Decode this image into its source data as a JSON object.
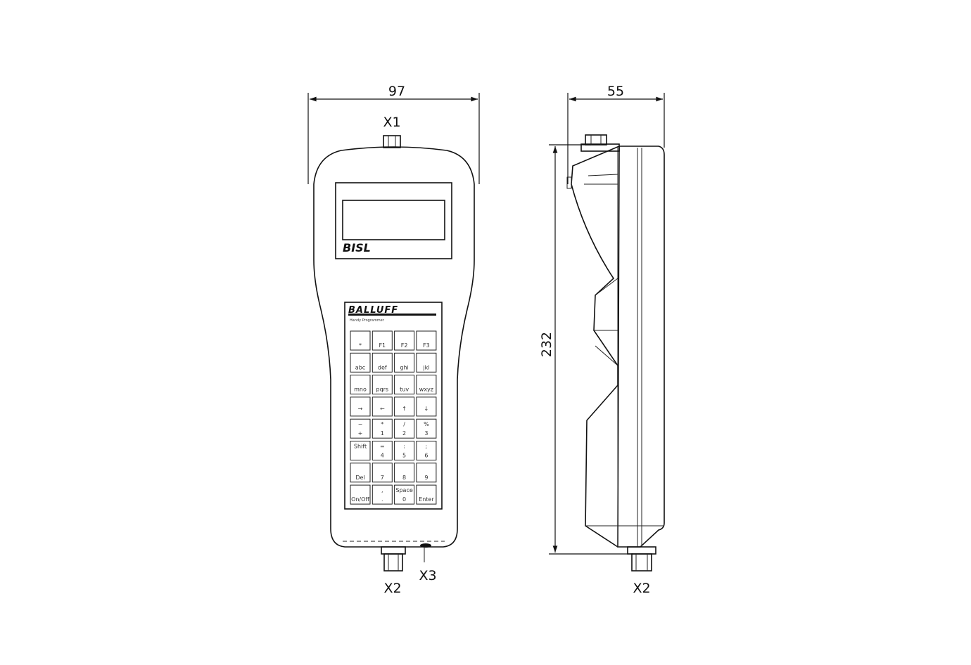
{
  "dimensions": {
    "width": "97",
    "depth": "55",
    "height": "232"
  },
  "connectors": {
    "x1": "X1",
    "x2_front": "X2",
    "x3": "X3",
    "x2_side": "X2"
  },
  "device": {
    "display_logo": "BISL",
    "brand": "BALLUFF",
    "model_label": "Handy Programmer"
  },
  "keypad": {
    "keys": [
      {
        "top": "",
        "bottom": "*"
      },
      {
        "top": "",
        "bottom": "F1"
      },
      {
        "top": "",
        "bottom": "F2"
      },
      {
        "top": "",
        "bottom": "F3"
      },
      {
        "top": "",
        "bottom": "abc"
      },
      {
        "top": "",
        "bottom": "def"
      },
      {
        "top": "",
        "bottom": "ghi"
      },
      {
        "top": "",
        "bottom": "jkl"
      },
      {
        "top": "",
        "bottom": "mno"
      },
      {
        "top": "",
        "bottom": "pqrs"
      },
      {
        "top": "",
        "bottom": "tuv"
      },
      {
        "top": "",
        "bottom": "wxyz"
      },
      {
        "top": "",
        "bottom": "→"
      },
      {
        "top": "",
        "bottom": "←"
      },
      {
        "top": "",
        "bottom": "↑"
      },
      {
        "top": "",
        "bottom": "↓"
      },
      {
        "top": "−",
        "bottom": "+"
      },
      {
        "top": "*",
        "bottom": "1"
      },
      {
        "top": "/",
        "bottom": "2"
      },
      {
        "top": "%",
        "bottom": "3"
      },
      {
        "top": "Shift",
        "bottom": ""
      },
      {
        "top": "=",
        "bottom": "4"
      },
      {
        "top": ":",
        "bottom": "5"
      },
      {
        "top": ";",
        "bottom": "6"
      },
      {
        "top": "",
        "bottom": "Del"
      },
      {
        "top": "",
        "bottom": "7"
      },
      {
        "top": "",
        "bottom": "8"
      },
      {
        "top": "",
        "bottom": "9"
      },
      {
        "top": "",
        "bottom": "On/Off"
      },
      {
        "top": ",",
        "bottom": "."
      },
      {
        "top": "Space",
        "bottom": "0"
      },
      {
        "top": "",
        "bottom": "Enter"
      }
    ]
  }
}
